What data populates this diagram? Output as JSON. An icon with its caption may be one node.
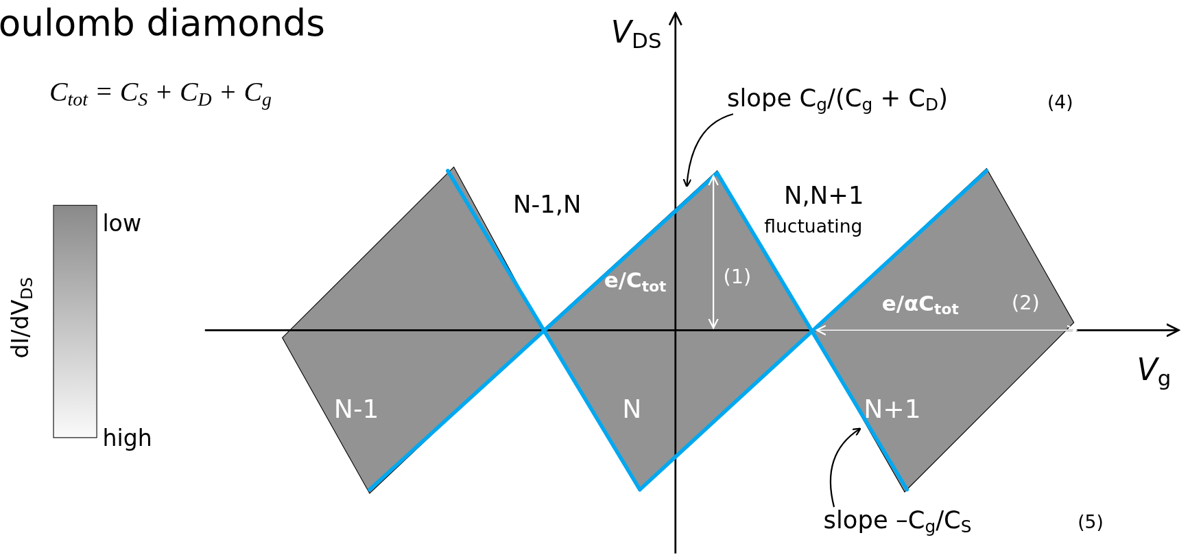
{
  "diagram": {
    "title": "oulomb diamonds",
    "nodes": [
      {
        "text": [
          "slope C$_{g}$/(C$_{g}$ + C$_{D}$)"
        ]
      },
      {
        "text": [
          "N-1"
        ]
      },
      {
        "text": [
          "N"
        ]
      },
      {
        "text": [
          "N+1"
        ]
      },
      {
        "text": [
          "slope –C$_{g}$/C$_{S}$"
        ]
      }
    ],
    "edges": [
      {
        "from": 0,
        "to": 2,
        "arrow": "to"
      },
      {
        "from": 4,
        "to": 3,
        "arrow": "to"
      }
    ],
    "labels": [
      "C$_{tot}$ = C$_{S}$ + C$_{D}$ + C$_{g}$",
      "*V*$_{DS}$",
      "(4)",
      "low",
      "dI/dV$_{DS}$",
      "N-1,N",
      "N,N+1",
      "fluctuating",
      "e/C$_{tot}$",
      "(1)",
      "e/αC$_{tot}$",
      "(2)",
      "*V*$_{g}$",
      "high",
      "(5)"
    ]
  }
}
